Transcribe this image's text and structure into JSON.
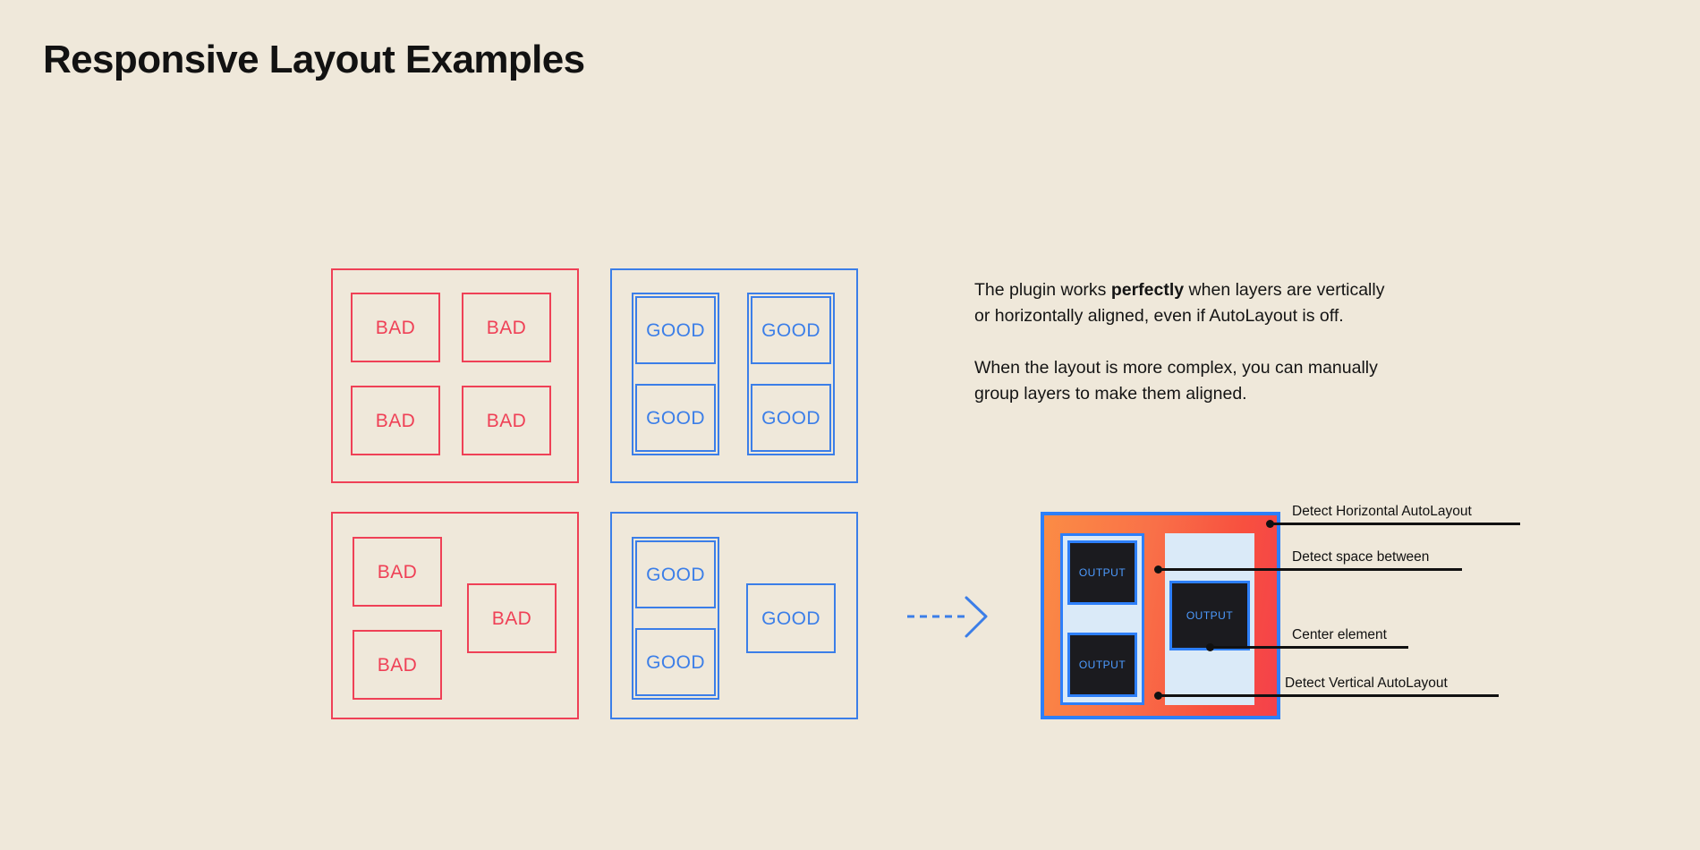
{
  "page": {
    "title": "Responsive Layout Examples",
    "background": "#efe8da"
  },
  "colors": {
    "bad": "#ef4056",
    "good": "#3b7ee8",
    "accent_blue": "#2d7ff9",
    "panel": "#daeaf8",
    "box_fill": "#1b1b1f",
    "box_text": "#4d9bff",
    "gradient_start": "#fb8c45",
    "gradient_end": "#f4414b",
    "text": "#111111"
  },
  "labels": {
    "bad": "BAD",
    "good": "GOOD"
  },
  "examples": [
    {
      "id": "bad-grid-2x2",
      "kind": "bad",
      "cells": [
        "BAD",
        "BAD",
        "BAD",
        "BAD"
      ]
    },
    {
      "id": "good-grid-2x2",
      "kind": "good",
      "cells": [
        "GOOD",
        "GOOD",
        "GOOD",
        "GOOD"
      ]
    },
    {
      "id": "bad-staggered",
      "kind": "bad",
      "cells": [
        "BAD",
        "BAD",
        "BAD"
      ]
    },
    {
      "id": "good-staggered",
      "kind": "good",
      "cells": [
        "GOOD",
        "GOOD",
        "GOOD"
      ]
    }
  ],
  "copy": {
    "paragraph_1_a": "The plugin works ",
    "paragraph_1_strong": "perfectly",
    "paragraph_1_b": " when layers are vertically or horizontally aligned, even if AutoLayout is off.",
    "paragraph_2": "When the layout is more complex, you can manually group layers to make them aligned."
  },
  "output_figure": {
    "boxes": [
      "OUTPUT",
      "OUTPUT",
      "OUTPUT"
    ]
  },
  "annotations": [
    {
      "id": "detect-horizontal-autolayout",
      "label": "Detect Horizontal AutoLayout"
    },
    {
      "id": "detect-space-between",
      "label": "Detect space between"
    },
    {
      "id": "center-element",
      "label": "Center element"
    },
    {
      "id": "detect-vertical-autolayout",
      "label": "Detect Vertical AutoLayout"
    }
  ]
}
